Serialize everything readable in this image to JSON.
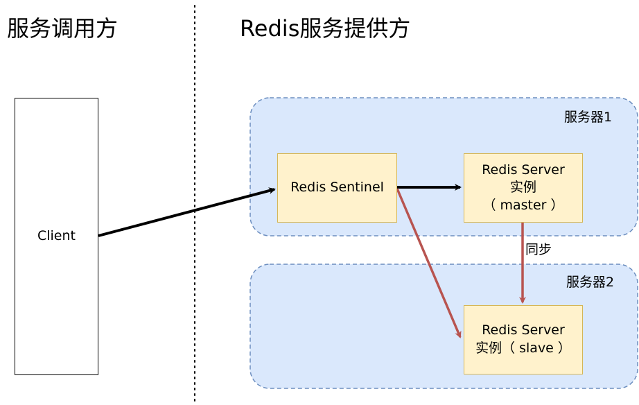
{
  "headings": {
    "caller": "服务调用方",
    "provider": "Redis服务提供方"
  },
  "servers": {
    "server1": "服务器1",
    "server2": "服务器2"
  },
  "nodes": {
    "client": "Client",
    "sentinel": "Redis Sentinel",
    "master": {
      "line1": "Redis Server",
      "line2": "实例",
      "line3": "（ master ）"
    },
    "slave": {
      "line1": "Redis Server",
      "line2": "实例（ slave ）"
    }
  },
  "edges": {
    "sync_label": "同步"
  },
  "colors": {
    "server_fill": "#dae8fc",
    "server_border": "#6c8ebf",
    "node_fill": "#fff2cc",
    "node_border": "#d6b656",
    "arrow_black": "#000000",
    "arrow_red": "#b85450"
  }
}
